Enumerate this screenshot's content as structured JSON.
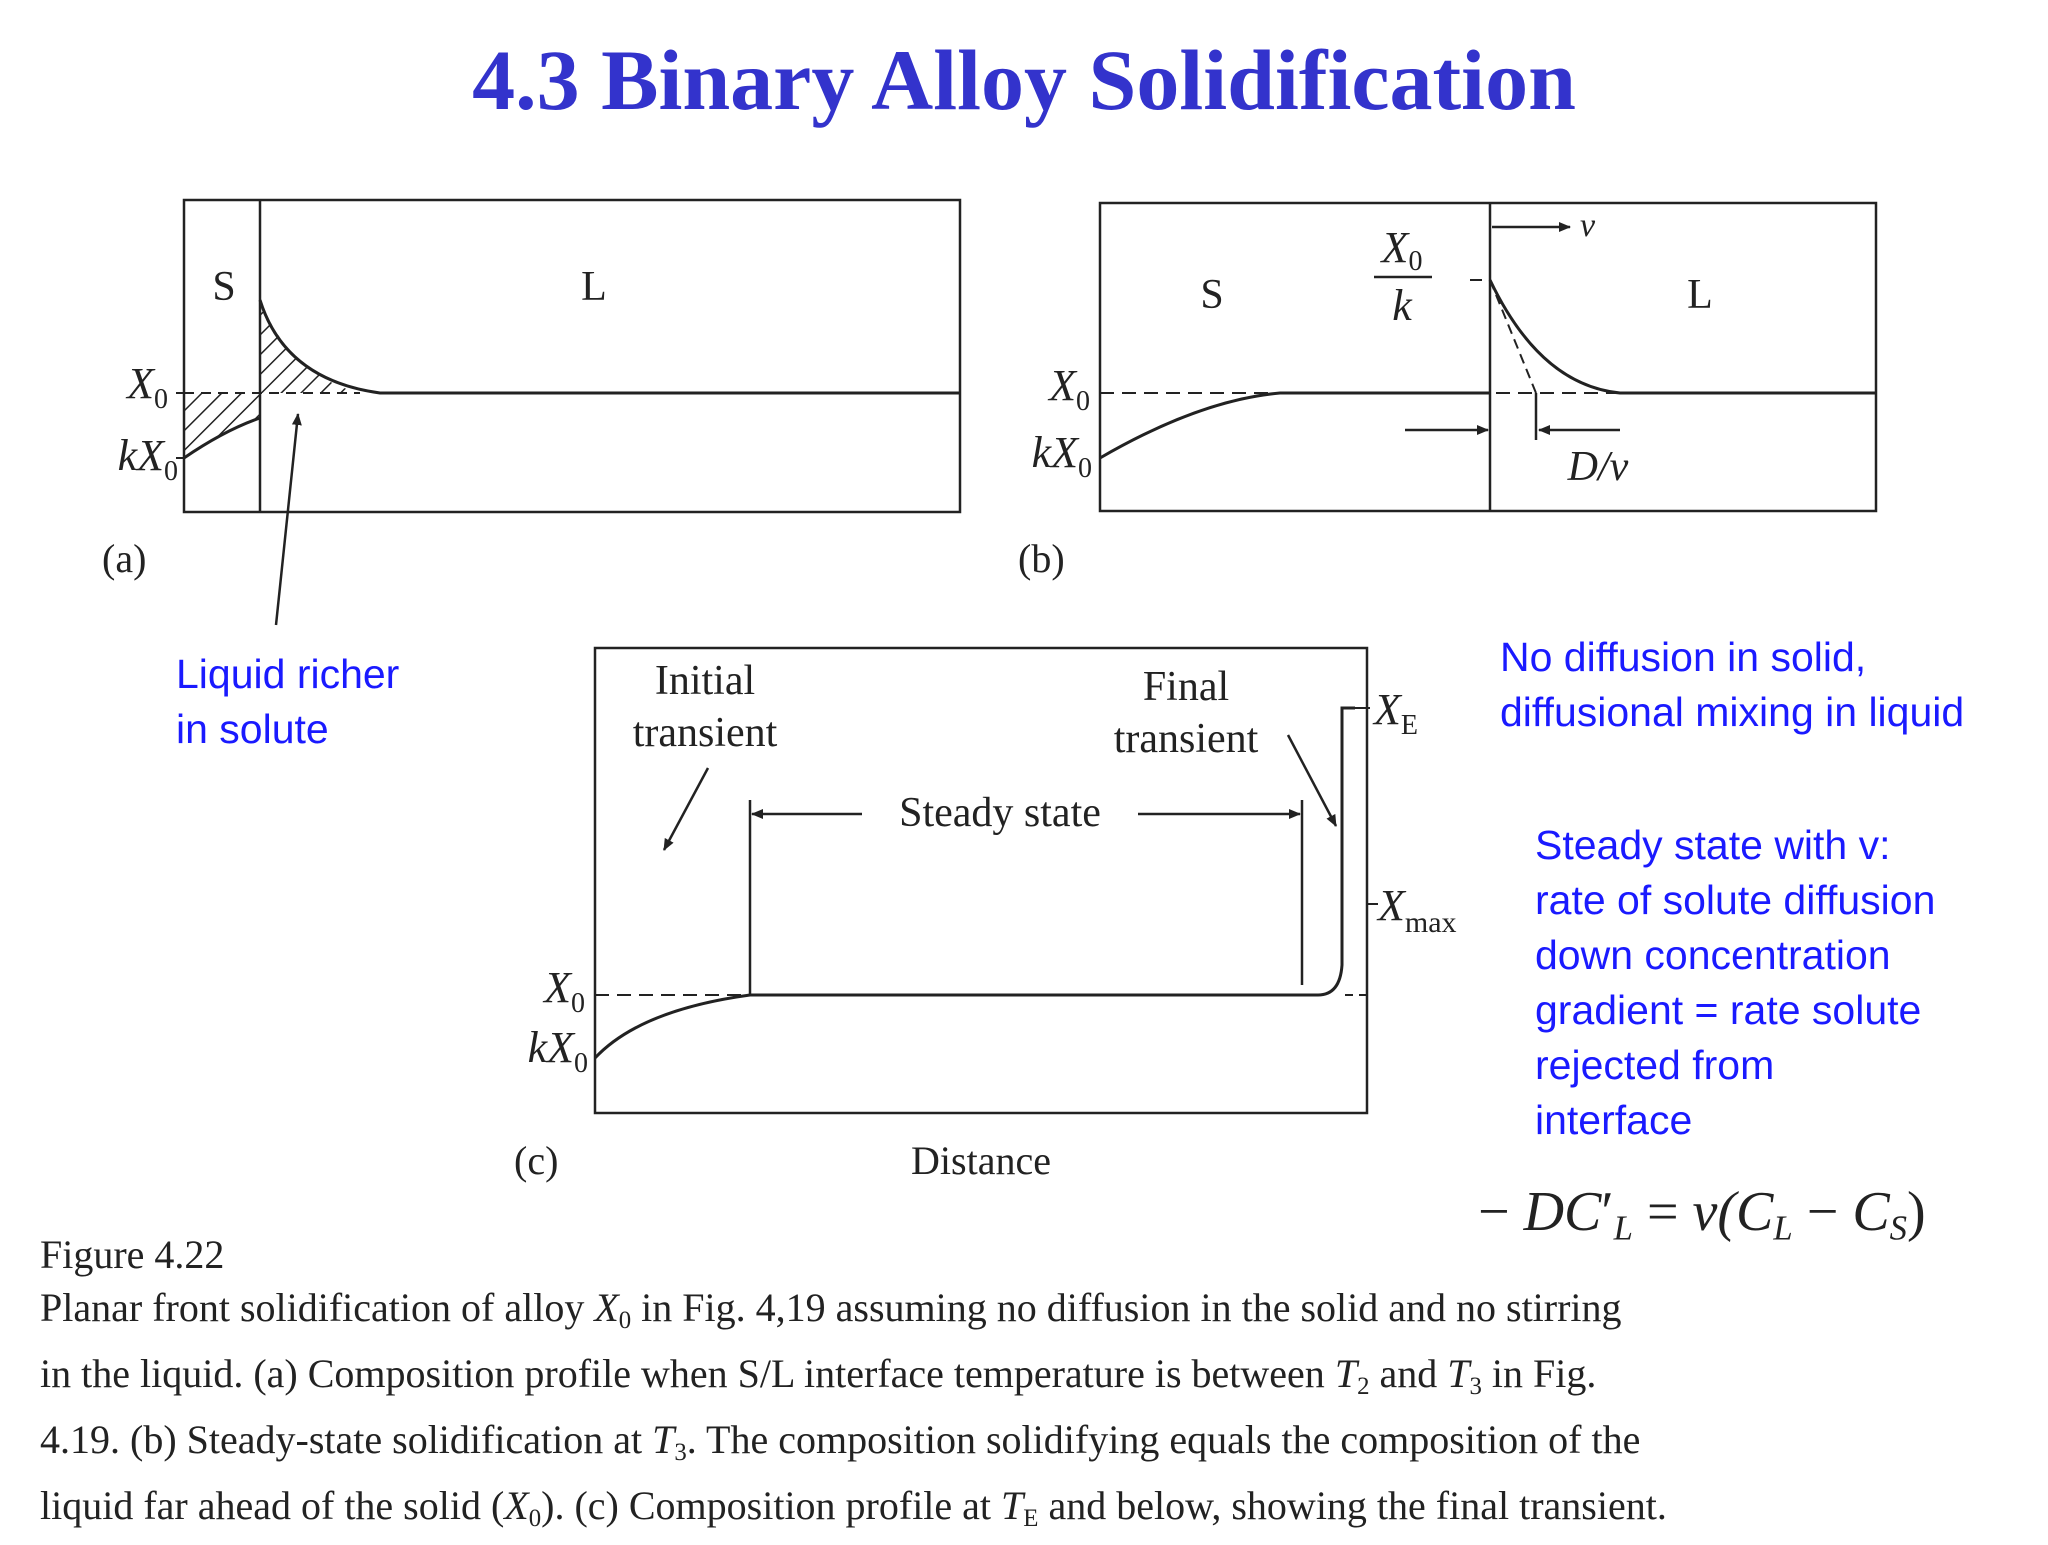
{
  "title": "4.3 Binary Alloy Solidification",
  "panel_a": {
    "label": "(a)",
    "solid": "S",
    "liquid": "L",
    "x0": "X",
    "x0_sub": "0",
    "kx0_k": "k",
    "kx0_x": "X",
    "kx0_sub": "0"
  },
  "panel_b": {
    "label": "(b)",
    "solid": "S",
    "liquid": "L",
    "x0": "X",
    "x0_sub": "0",
    "kx0_k": "k",
    "kx0_x": "X",
    "kx0_sub": "0",
    "frac_num": "X",
    "frac_num_sub": "0",
    "frac_den": "k",
    "velocity": "v",
    "diff_len": "D/v"
  },
  "panel_c": {
    "label": "(c)",
    "initial_1": "Initial",
    "initial_2": "transient",
    "final_1": "Final",
    "final_2": "transient",
    "steady": "Steady state",
    "xe": "X",
    "xe_sub": "E",
    "xmax": "X",
    "xmax_sub": "max",
    "x0": "X",
    "x0_sub": "0",
    "kx0_k": "k",
    "kx0_x": "X",
    "kx0_sub": "0",
    "xaxis": "Distance"
  },
  "notes": {
    "liquid_richer_1": "Liquid richer",
    "liquid_richer_2": "in solute",
    "no_diff_1": "No diffusion in solid,",
    "no_diff_2": "diffusional mixing in liquid",
    "steady_1": "Steady state with v:",
    "steady_2": "rate of solute diffusion",
    "steady_3": "down concentration",
    "steady_4": "gradient = rate solute",
    "steady_5": "rejected from",
    "steady_6": "interface"
  },
  "equation": {
    "lhs_minus": "−",
    "lhs_d": "DC",
    "lhs_prime": "′",
    "lhs_sub": "L",
    "equals": "=",
    "v": "v(C",
    "cl_sub": "L",
    "minus": "−",
    "cs": "C",
    "cs_sub": "S",
    "close": ")"
  },
  "caption": {
    "heading": "Figure 4.22",
    "l1_a": "Planar front solidification of alloy ",
    "l1_x": "X",
    "l1_sub": "0",
    "l1_b": " in Fig. 4,19 assuming no diffusion in the solid and no stirring",
    "l2": "in the liquid. (a) Composition profile when S/L interface temperature is between ",
    "l2_t2": "T",
    "l2_t2sub": "2",
    "l2_and": " and ",
    "l2_t3": "T",
    "l2_t3sub": "3",
    "l2_end": " in Fig.",
    "l3_a": "4.19. (b) Steady-state solidification at ",
    "l3_t": "T",
    "l3_tsub": "3",
    "l3_b": ". The composition solidifying equals the composition of the",
    "l4_a": "liquid far ahead of the solid (",
    "l4_x": "X",
    "l4_xsub": "0",
    "l4_b": "). (c) Composition profile at ",
    "l4_t": "T",
    "l4_tsub": "E",
    "l4_c": " and below, showing the final transient."
  }
}
